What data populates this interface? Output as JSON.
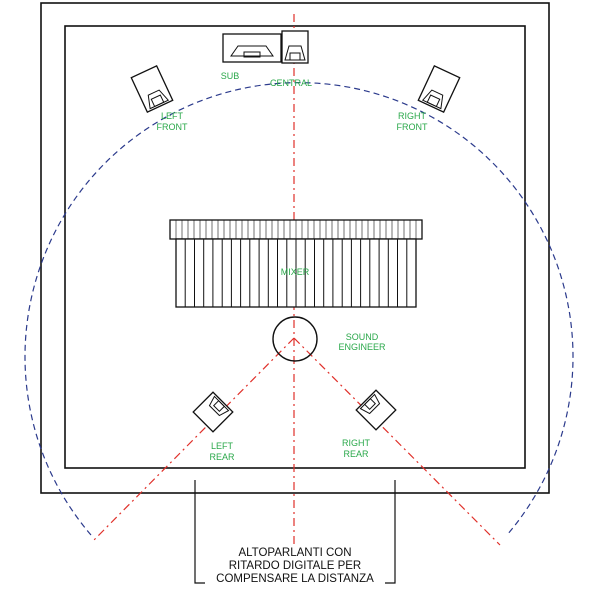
{
  "labels": {
    "sub": "SUB",
    "central": "CENTRAL",
    "left_front": [
      "LEFT",
      "FRONT"
    ],
    "right_front": [
      "RIGHT",
      "FRONT"
    ],
    "mixer": "MIXER",
    "sound_engineer": [
      "SOUND",
      "ENGINEER"
    ],
    "left_rear": [
      "LEFT",
      "REAR"
    ],
    "right_rear": [
      "RIGHT",
      "REAR"
    ],
    "note": [
      "ALTOPARLANTI CON",
      "RITARDO DIGITALE PER",
      "COMPENSARE LA DISTANZA"
    ]
  },
  "colors": {
    "line": "#111111",
    "label": "#2aa84a",
    "axis": "#e0302a",
    "circle": "#2b3a8c"
  }
}
